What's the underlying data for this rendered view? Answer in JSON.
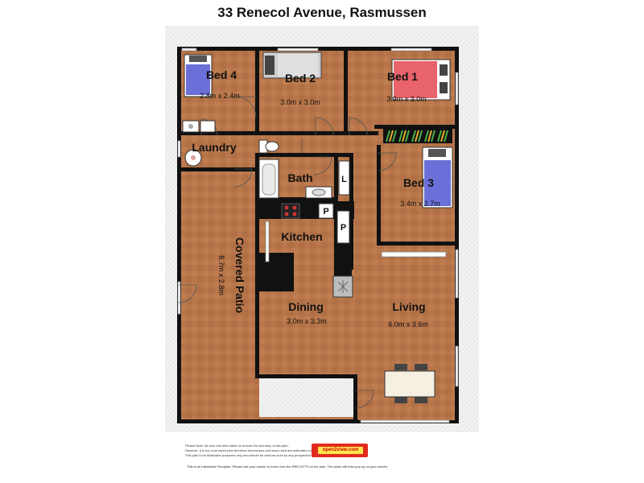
{
  "title": "33 Renecol Avenue, Rasmussen",
  "rooms": {
    "bed4": {
      "name": "Bed 4",
      "dims": "2.8m x 2.4m"
    },
    "bed2": {
      "name": "Bed 2",
      "dims": "3.0m x 3.0m"
    },
    "bed1": {
      "name": "Bed 1",
      "dims": "3.9m x 3.0m"
    },
    "bed3": {
      "name": "Bed 3",
      "dims": "3.4m x 2.7m"
    },
    "laundry": {
      "name": "Laundry"
    },
    "bath": {
      "name": "Bath"
    },
    "kitchen": {
      "name": "Kitchen"
    },
    "patio": {
      "name": "Covered Patio",
      "dims": "8.7m x 2.8m"
    },
    "dining": {
      "name": "Dining",
      "dims": "3.0m x 3.3m"
    },
    "living": {
      "name": "Living",
      "dims": "6.0m x 3.6m"
    }
  },
  "fixtures": {
    "linen": "L",
    "pantry1": "P",
    "pantry2": "P"
  },
  "disclaimer": [
    "Please Note: All care has been taken to ensure the accuracy of this plan.",
    "However, it is not a surveyed plan therefore dimensions and sizes used are estimates only.",
    "This plan is for illustrative purposes only and should be used as such by any prospective buyer."
  ],
  "footer": "This is an Interactive Floorplan. Please use your mouse to hover over the RED DOTS on the plan. The photo will then pop up on your screen.",
  "logo_text": "open2view.com",
  "colors": {
    "floor": "#b9774a",
    "wall": "#111111",
    "bed_blue": "#6b6fd8",
    "bed_red": "#e8636a"
  }
}
